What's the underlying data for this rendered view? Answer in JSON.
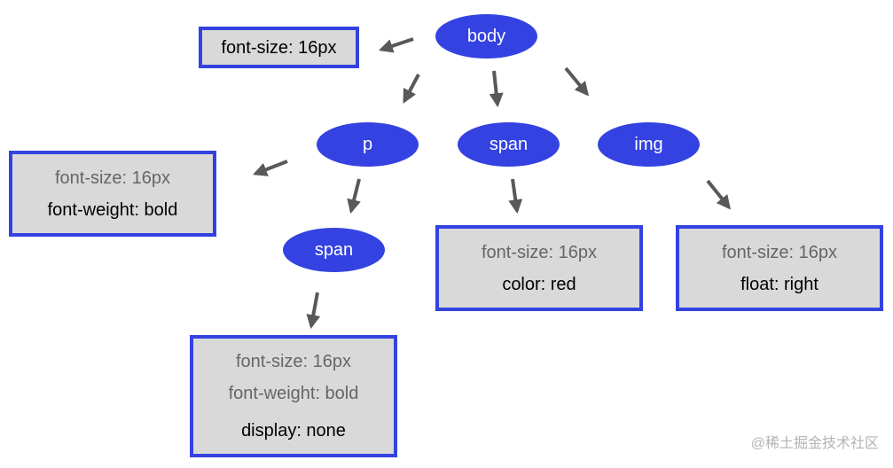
{
  "colors": {
    "node_fill": "#3342e0",
    "box_border": "#3342e0",
    "box_fill": "#d9d9d9",
    "arrow": "#595959",
    "inherited_text": "#666666",
    "own_text": "#000000"
  },
  "nodes": {
    "body": "body",
    "p": "p",
    "span_top": "span",
    "img": "img",
    "span_nested": "span"
  },
  "boxes": {
    "body": {
      "own": [
        "font-size: 16px"
      ]
    },
    "p": {
      "inherited": [
        "font-size: 16px"
      ],
      "own": [
        "font-weight: bold"
      ]
    },
    "span_top": {
      "inherited": [
        "font-size: 16px"
      ],
      "own": [
        "color: red"
      ]
    },
    "img": {
      "inherited": [
        "font-size: 16px"
      ],
      "own": [
        "float: right"
      ]
    },
    "span_nested": {
      "inherited": [
        "font-size: 16px",
        "font-weight: bold"
      ],
      "own": [
        "display: none"
      ]
    }
  },
  "watermark": "@稀土掘金技术社区"
}
